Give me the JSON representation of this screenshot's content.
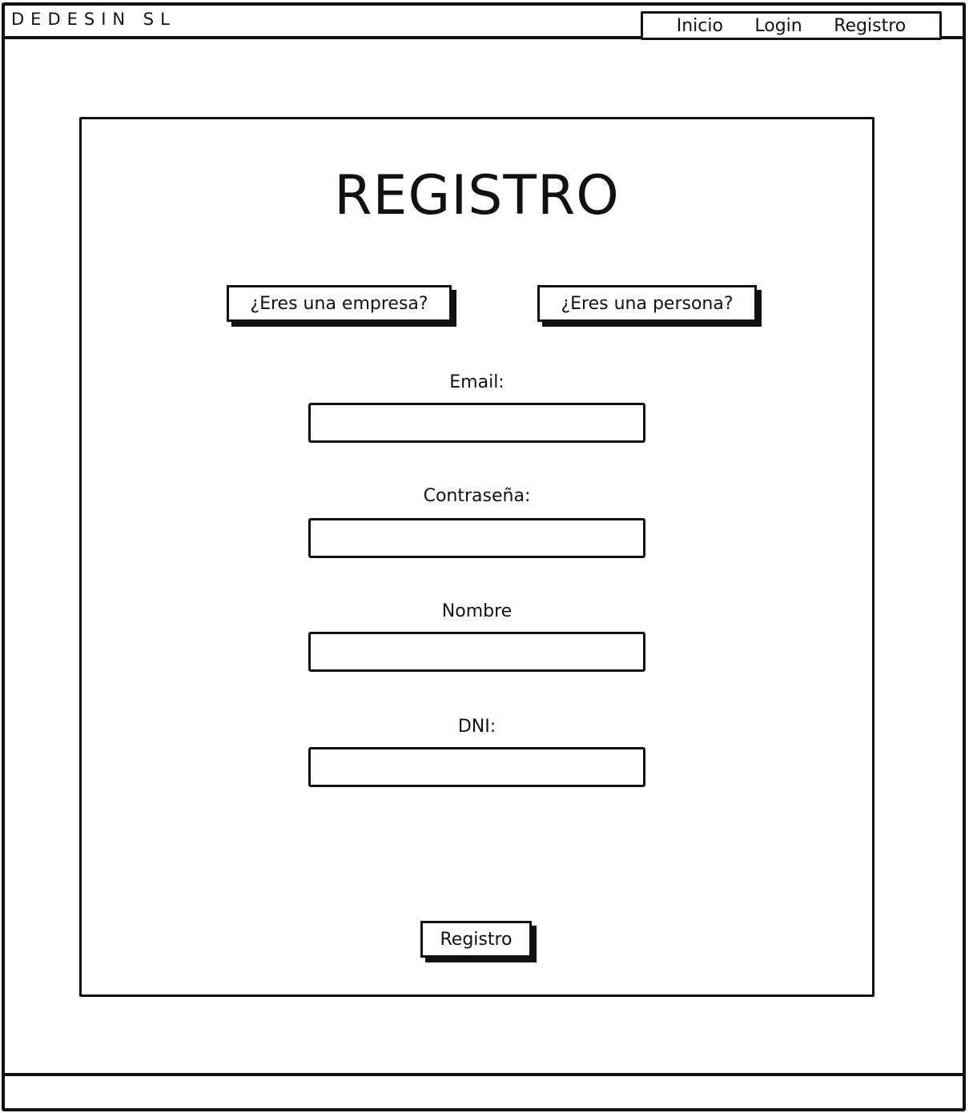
{
  "header": {
    "brand": "DEDESIN SL",
    "nav": [
      "Inicio",
      "Login",
      "Registro"
    ]
  },
  "form": {
    "title": "REGISTRO",
    "type_buttons": {
      "empresa": "¿Eres una empresa?",
      "persona": "¿Eres una persona?"
    },
    "fields": {
      "email_label": "Email:",
      "password_label": "Contraseña:",
      "name_label": "Nombre",
      "dni_label": "DNI:"
    },
    "submit_label": "Registro"
  }
}
